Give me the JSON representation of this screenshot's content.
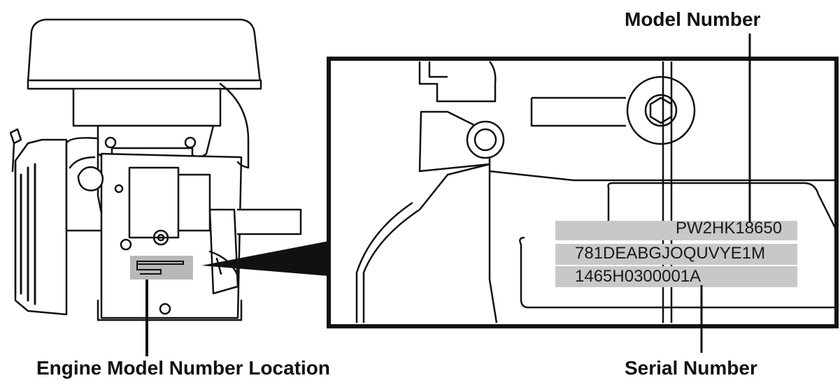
{
  "labels": {
    "model_number": "Model Number",
    "serial_number": "Serial Number",
    "engine_location": "Engine Model Number Location"
  },
  "plate": {
    "model_value": "PW2HK18650",
    "code_value": "781DEABGJOQUVYE1M",
    "serial_value": "1465H0300001A"
  },
  "colors": {
    "ink": "#111111",
    "highlight": "#c8c8c8"
  }
}
